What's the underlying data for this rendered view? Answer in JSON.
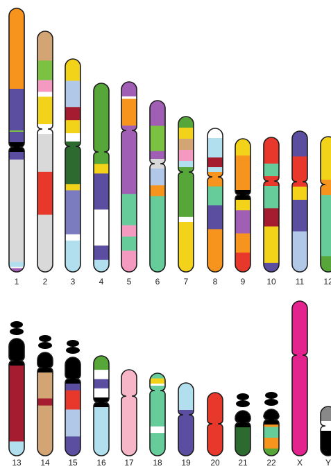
{
  "karyotype": {
    "chromosomes": [
      {
        "label": "1",
        "row": 1,
        "p_arm": [
          [
            "#f7941d",
            0.58
          ],
          [
            "#5b4ea0",
            0.3
          ],
          [
            "#7bc142",
            0.01
          ],
          [
            "#5b4ea0",
            0.11
          ]
        ],
        "centromere": "#000000",
        "q_arm": [
          [
            "#5b4ea0",
            0.1
          ],
          [
            "#d9d9d9",
            0.82
          ],
          [
            "#b2dfee",
            0.04
          ],
          [
            "#ffffff",
            0.01
          ],
          [
            "#a05fb5",
            0.03
          ]
        ]
      },
      {
        "label": "2",
        "row": 1,
        "p_arm": [
          [
            "#d4a574",
            0.3
          ],
          [
            "#7bc142",
            0.2
          ],
          [
            "#f49ac1",
            0.12
          ],
          [
            "#ffffff",
            0.05
          ],
          [
            "#f3d319",
            0.33
          ]
        ],
        "centromere": "#ffffff",
        "q_arm": [
          [
            "#d9d9d9",
            0.3
          ],
          [
            "#e8382b",
            0.3
          ],
          [
            "#d9d9d9",
            0.4
          ]
        ]
      },
      {
        "label": "3",
        "row": 1,
        "p_arm": [
          [
            "#f3d319",
            0.25
          ],
          [
            "#b2c8e8",
            0.3
          ],
          [
            "#a51c30",
            0.15
          ],
          [
            "#f3d319",
            0.15
          ],
          [
            "#ffffff",
            0.15
          ]
        ],
        "centromere": "#2d6a2f",
        "q_arm": [
          [
            "#2d6a2f",
            0.3
          ],
          [
            "#f3d319",
            0.05
          ],
          [
            "#7b7bc0",
            0.35
          ],
          [
            "#ffffff",
            0.05
          ],
          [
            "#b2dfee",
            0.25
          ]
        ]
      },
      {
        "label": "4",
        "row": 1,
        "p_arm": [
          [
            "#57a639",
            1.0
          ]
        ],
        "centromere": "#57a639",
        "q_arm": [
          [
            "#57a639",
            0.1
          ],
          [
            "#f3d319",
            0.08
          ],
          [
            "#5b4ea0",
            0.3
          ],
          [
            "#ffffff",
            0.3
          ],
          [
            "#5b4ea0",
            0.12
          ],
          [
            "#b2dfee",
            0.1
          ]
        ]
      },
      {
        "label": "5",
        "row": 1,
        "p_arm": [
          [
            "#a05fb5",
            0.3
          ],
          [
            "#ffffff",
            0.05
          ],
          [
            "#f7941d",
            0.65
          ]
        ],
        "centromere": "#a05fb5",
        "q_arm": [
          [
            "#a05fb5",
            0.45
          ],
          [
            "#66cc99",
            0.22
          ],
          [
            "#f49ac1",
            0.08
          ],
          [
            "#66cc99",
            0.1
          ],
          [
            "#f49ac1",
            0.15
          ]
        ]
      },
      {
        "label": "6",
        "row": 1,
        "p_arm": [
          [
            "#a05fb5",
            0.4
          ],
          [
            "#7bc142",
            0.4
          ],
          [
            "#a05fb5",
            0.2
          ]
        ],
        "centromere": "#d9d9d9",
        "q_arm": [
          [
            "#b2c8e8",
            0.2
          ],
          [
            "#f7941d",
            0.1
          ],
          [
            "#66cc99",
            0.7
          ]
        ]
      },
      {
        "label": "7",
        "row": 1,
        "p_arm": [
          [
            "#57a639",
            0.2
          ],
          [
            "#f3d319",
            0.2
          ],
          [
            "#d4a574",
            0.2
          ],
          [
            "#f49ac1",
            0.2
          ],
          [
            "#b2dfee",
            0.2
          ]
        ],
        "centromere": "#57a639",
        "q_arm": [
          [
            "#57a639",
            0.45
          ],
          [
            "#ffffff",
            0.05
          ],
          [
            "#f3d319",
            0.5
          ]
        ]
      },
      {
        "label": "8",
        "row": 1,
        "p_arm": [
          [
            "#ffffff",
            0.2
          ],
          [
            "#b2dfee",
            0.4
          ],
          [
            "#a51c30",
            0.2
          ],
          [
            "#b2dfee",
            0.2
          ]
        ],
        "centromere": "#f7941d",
        "q_arm": [
          [
            "#f7941d",
            0.1
          ],
          [
            "#66cc99",
            0.2
          ],
          [
            "#5b4ea0",
            0.25
          ],
          [
            "#f7941d",
            0.45
          ]
        ]
      },
      {
        "label": "9",
        "row": 1,
        "p_arm": [
          [
            "#f3d319",
            0.3
          ],
          [
            "#f7941d",
            0.7
          ]
        ],
        "centromere": "#000000",
        "q_arm": [
          [
            "#f3d319",
            0.2
          ],
          [
            "#a05fb5",
            0.3
          ],
          [
            "#f7941d",
            0.25
          ],
          [
            "#e8382b",
            0.25
          ]
        ]
      },
      {
        "label": "10",
        "row": 1,
        "p_arm": [
          [
            "#e8382b",
            0.6
          ],
          [
            "#66cc99",
            0.4
          ]
        ],
        "centromere": "#e8382b",
        "q_arm": [
          [
            "#66cc99",
            0.3
          ],
          [
            "#a51c30",
            0.2
          ],
          [
            "#f3d319",
            0.4
          ],
          [
            "#5b4ea0",
            0.1
          ]
        ]
      },
      {
        "label": "11",
        "row": 1,
        "p_arm": [
          [
            "#5b4ea0",
            0.5
          ],
          [
            "#e8382b",
            0.5
          ]
        ],
        "centromere": "#e8382b",
        "q_arm": [
          [
            "#f3d319",
            0.2
          ],
          [
            "#5b4ea0",
            0.35
          ],
          [
            "#b2c8e8",
            0.45
          ]
        ]
      },
      {
        "label": "12",
        "row": 1,
        "p_arm": [
          [
            "#f3d319",
            1.0
          ]
        ],
        "centromere": "#f7941d",
        "q_arm": [
          [
            "#f7941d",
            0.12
          ],
          [
            "#66cc99",
            0.7
          ],
          [
            "#57a639",
            0.18
          ]
        ]
      },
      {
        "label": "13",
        "row": 2,
        "p_arm": [
          [
            "#000000",
            1.0
          ]
        ],
        "centromere": "#000000",
        "q_arm": [
          [
            "#a51c30",
            0.85
          ],
          [
            "#b2dfee",
            0.15
          ]
        ]
      },
      {
        "label": "14",
        "row": 2,
        "p_arm": [
          [
            "#000000",
            1.0
          ]
        ],
        "centromere": "#000000",
        "q_arm": [
          [
            "#d4a574",
            0.35
          ],
          [
            "#a51c30",
            0.08
          ],
          [
            "#d4a574",
            0.57
          ]
        ]
      },
      {
        "label": "15",
        "row": 2,
        "p_arm": [
          [
            "#000000",
            1.0
          ]
        ],
        "centromere": "#000000",
        "q_arm": [
          [
            "#5b4ea0",
            0.15
          ],
          [
            "#e8382b",
            0.25
          ],
          [
            "#b2c8e8",
            0.35
          ],
          [
            "#5b4ea0",
            0.25
          ]
        ]
      },
      {
        "label": "16",
        "row": 2,
        "p_arm": [
          [
            "#57a639",
            0.3
          ],
          [
            "#ffffff",
            0.2
          ],
          [
            "#5b4ea0",
            0.2
          ],
          [
            "#ffffff",
            0.3
          ]
        ],
        "centromere": "#000000",
        "q_arm": [
          [
            "#b2dfee",
            1.0
          ]
        ]
      },
      {
        "label": "17",
        "row": 2,
        "p_arm": [
          [
            "#f7b6c8",
            1.0
          ]
        ],
        "centromere": "#f7b6c8",
        "q_arm": [
          [
            "#f7b6c8",
            1.0
          ]
        ]
      },
      {
        "label": "18",
        "row": 2,
        "p_arm": [
          [
            "#66cc99",
            0.3
          ],
          [
            "#f3d319",
            0.3
          ],
          [
            "#ffffff",
            0.4
          ]
        ],
        "centromere": "#66cc99",
        "q_arm": [
          [
            "#66cc99",
            0.55
          ],
          [
            "#ffffff",
            0.1
          ],
          [
            "#66cc99",
            0.35
          ]
        ]
      },
      {
        "label": "19",
        "row": 2,
        "p_arm": [
          [
            "#b2dfee",
            1.0
          ]
        ],
        "centromere": "#5b4ea0",
        "q_arm": [
          [
            "#5b4ea0",
            1.0
          ]
        ]
      },
      {
        "label": "20",
        "row": 2,
        "p_arm": [
          [
            "#e8382b",
            1.0
          ]
        ],
        "centromere": "#e8382b",
        "q_arm": [
          [
            "#e8382b",
            1.0
          ]
        ]
      },
      {
        "label": "21",
        "row": 2,
        "p_arm": [
          [
            "#000000",
            1.0
          ]
        ],
        "centromere": "#000000",
        "q_arm": [
          [
            "#2d6a2f",
            1.0
          ]
        ]
      },
      {
        "label": "22",
        "row": 2,
        "p_arm": [
          [
            "#000000",
            1.0
          ]
        ],
        "centromere": "#000000",
        "q_arm": [
          [
            "#f7941d",
            0.2
          ],
          [
            "#66cc99",
            0.3
          ],
          [
            "#f7941d",
            0.3
          ],
          [
            "#57a639",
            0.2
          ]
        ]
      },
      {
        "label": "X",
        "row": 2,
        "p_arm": [
          [
            "#e3248e",
            1.0
          ]
        ],
        "centromere": "#e3248e",
        "q_arm": [
          [
            "#e3248e",
            1.0
          ]
        ]
      },
      {
        "label": "Y",
        "row": 2,
        "p_arm": [
          [
            "#888888",
            1.0
          ]
        ],
        "centromere": "#ffffff",
        "q_arm": [
          [
            "#000000",
            1.0
          ]
        ]
      }
    ]
  }
}
